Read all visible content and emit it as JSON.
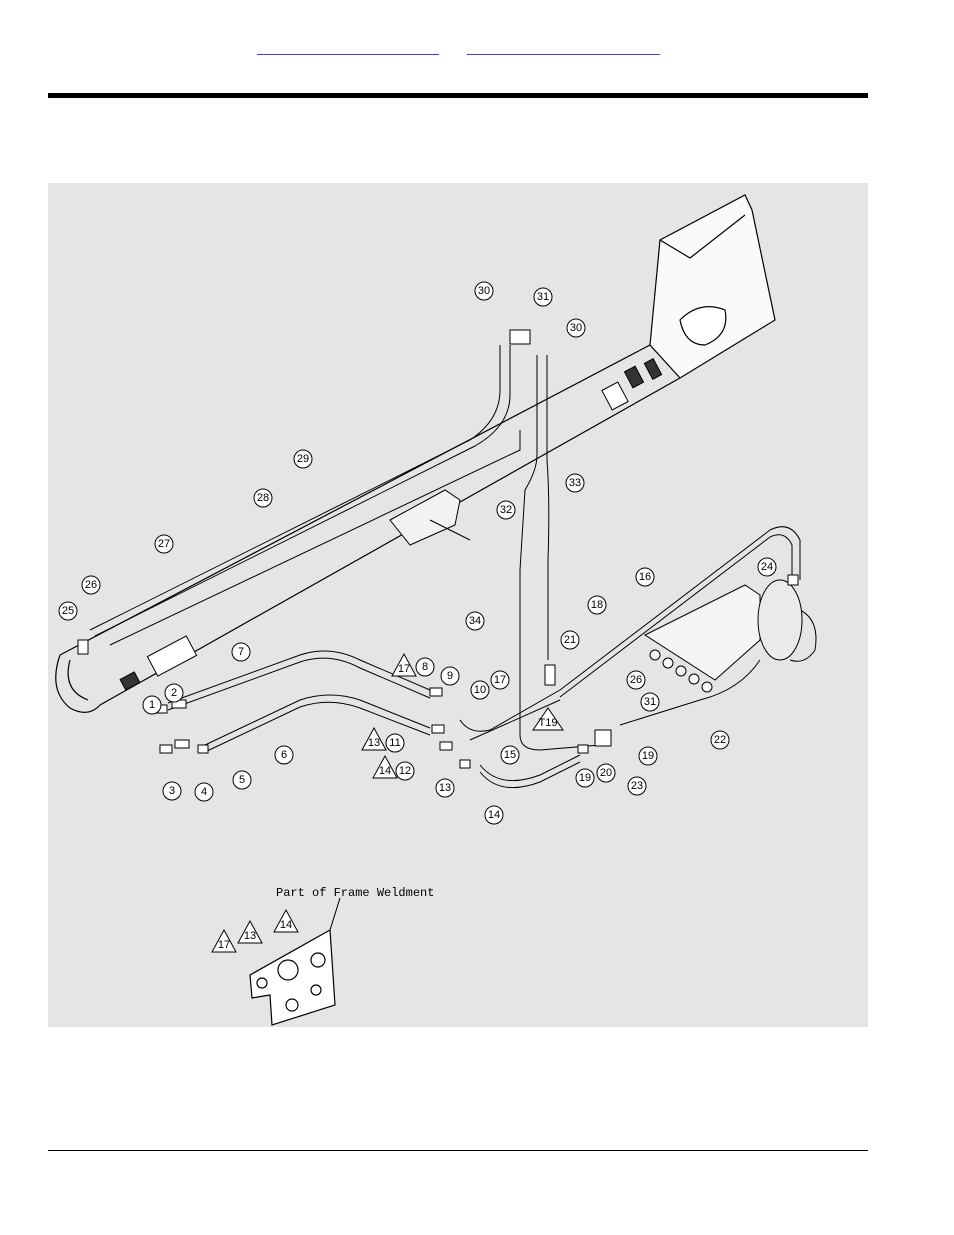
{
  "header": {
    "links": [
      "",
      ""
    ]
  },
  "diagram": {
    "frame_caption": "Part of Frame Weldment",
    "callouts": [
      "1",
      "2",
      "3",
      "4",
      "5",
      "6",
      "7",
      "8",
      "9",
      "10",
      "11",
      "12",
      "13",
      "14",
      "15",
      "16",
      "17",
      "18",
      "19",
      "20",
      "21",
      "22",
      "23",
      "24",
      "25",
      "26",
      "27",
      "28",
      "29",
      "30",
      "31",
      "32",
      "33",
      "34"
    ],
    "triangle_labels": [
      "17",
      "13",
      "14",
      "T19"
    ]
  }
}
